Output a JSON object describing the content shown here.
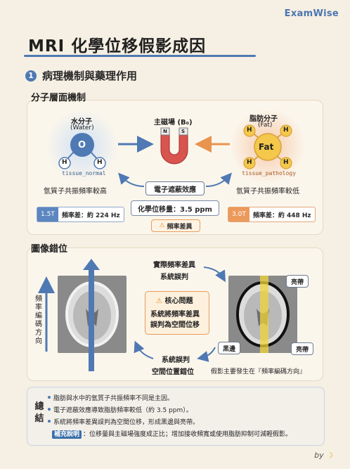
{
  "brand": "ExamWise",
  "title": "MRI 化學位移假影成因",
  "section": {
    "number": "1",
    "label": "病理機制與藥理作用"
  },
  "panel1": {
    "title": "分子層面機制",
    "water": {
      "label": "水分子",
      "sub": "(Water)",
      "center": "O",
      "atom": "H",
      "tag": "tissue_normal"
    },
    "fat": {
      "label": "脂肪分子",
      "sub": "(Fat)",
      "center": "Fat",
      "atom": "H",
      "tag": "tissue_pathology"
    },
    "magnet_label": "主磁場 (B₀)",
    "magnet_poles": {
      "n": "N",
      "s": "S"
    },
    "water_freq": "氫質子共振頻率較高",
    "fat_freq": "氫質子共振頻率較低",
    "shielding": "電子遮蔽效應",
    "shift": "化學位移量：3.5 ppm",
    "warn": "頻率差異",
    "tag15": {
      "t": "1.5T",
      "v": "頻率差：約 224 Hz"
    },
    "tag30": {
      "t": "3.0T",
      "v": "頻率差：約 448 Hz"
    }
  },
  "panel2": {
    "title": "圖像錯位",
    "axis_label": "頻率編碼方向",
    "top_text_1": "實際頻率差異",
    "top_text_2": "系統誤判",
    "core_title": "核心問題",
    "core_text_1": "系統將頻率差異",
    "core_text_2": "誤判為空間位移",
    "bottom_text_1": "系統誤判",
    "bottom_text_2": "空間位置錯位",
    "note": "假影主要發生在『頻率編碼方向』",
    "bright_top": "亮帶",
    "dark": "黑邊",
    "bright_bottom": "亮帶"
  },
  "summary": {
    "label": "總結",
    "b1": "脂肪與水中的氫質子共振頻率不同是主因。",
    "b2": "電子遮蔽效應導致脂肪頻率較低（約 3.5 ppm）。",
    "b3": "系統將頻率差異誤判為空間位移，形成黑邊與亮帶。",
    "sup_tag": "補充說明",
    "sup_text": "：位移量與主磁場強度成正比；增加接收頻寬或使用脂肪抑制可減輕假影。"
  },
  "footer": "by"
}
